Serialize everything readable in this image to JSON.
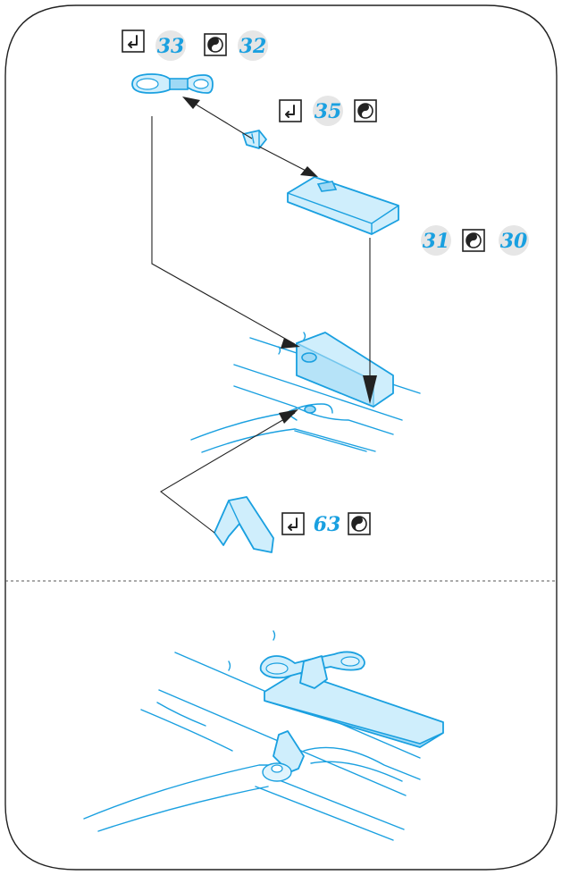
{
  "step_groups": [
    {
      "id": "top-left",
      "items": [
        {
          "type": "glue-icon"
        },
        {
          "type": "number",
          "value": "33"
        },
        {
          "type": "paint-icon"
        },
        {
          "type": "number",
          "value": "32"
        }
      ]
    },
    {
      "id": "middle",
      "items": [
        {
          "type": "glue-icon"
        },
        {
          "type": "number",
          "value": "35"
        },
        {
          "type": "paint-icon"
        }
      ]
    },
    {
      "id": "right",
      "items": [
        {
          "type": "number",
          "value": "31"
        },
        {
          "type": "paint-icon"
        },
        {
          "type": "number",
          "value": "30"
        }
      ]
    },
    {
      "id": "lower",
      "items": [
        {
          "type": "glue-icon"
        },
        {
          "type": "number",
          "value": "63"
        },
        {
          "type": "paint-icon"
        }
      ]
    }
  ],
  "labels": {
    "n33": "33",
    "n32": "32",
    "n35": "35",
    "n31": "31",
    "n30": "30",
    "n63": "63"
  },
  "colors": {
    "ink": "#222222",
    "part_blue": "#1aa0e0",
    "part_fill": "#cfeefc",
    "callout_circle": "#e6e6e6"
  }
}
